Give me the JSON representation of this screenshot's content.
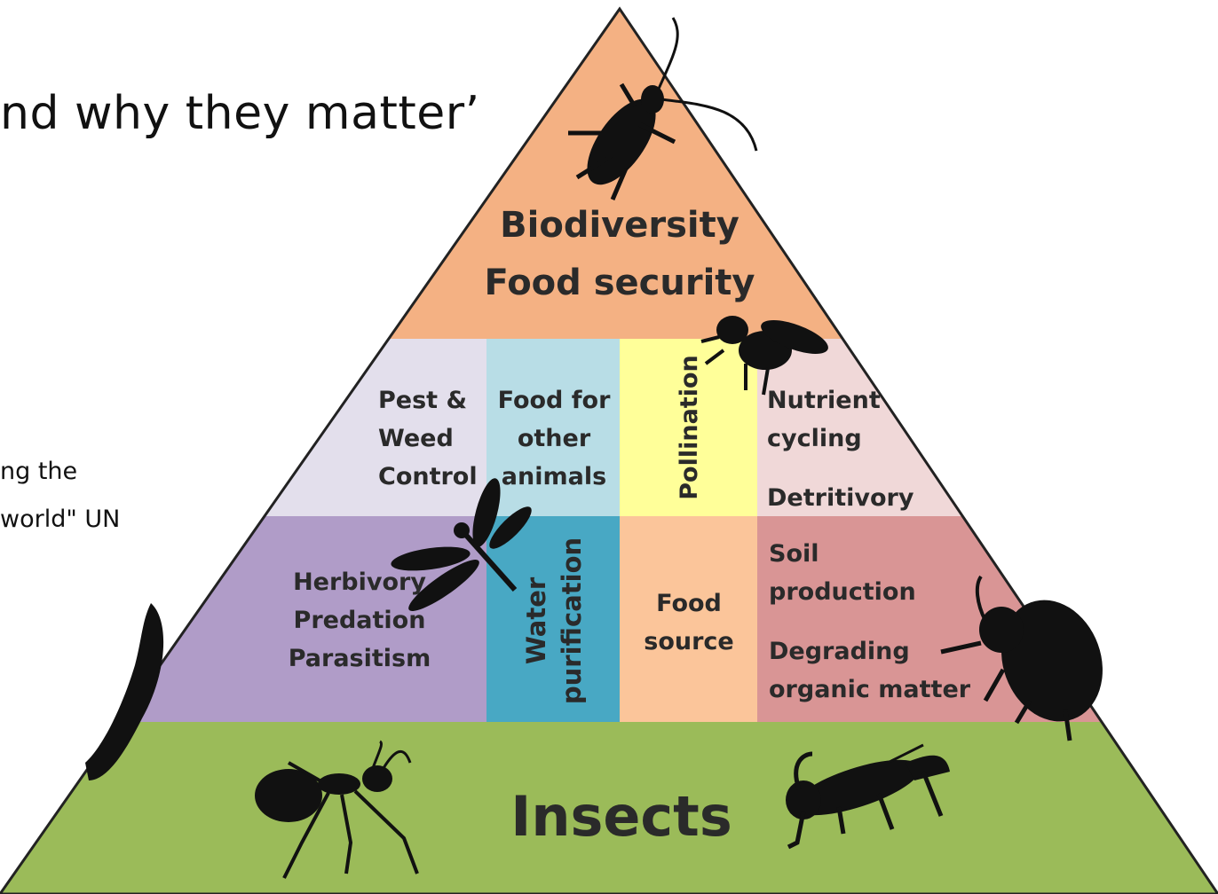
{
  "slide": {
    "title_fragment": "nd why they matter’",
    "side_text_line1": "ng the",
    "side_text_line2": "world\" UN"
  },
  "pyramid": {
    "top": {
      "lines": [
        "Biodiversity",
        "Food security"
      ],
      "color": "#f4b183"
    },
    "middle_row": [
      {
        "lines": [
          "Pest &",
          "Weed",
          "Control"
        ],
        "color": "#e3dfec"
      },
      {
        "lines": [
          "Food for",
          "other",
          "animals"
        ],
        "color": "#b8dde6"
      },
      {
        "lines": [
          "Pollination"
        ],
        "color": "#ffff99"
      },
      {
        "lines": [
          "Nutrient",
          "cycling"
        ],
        "extra": "Detritivory",
        "color": "#f0d8d8"
      }
    ],
    "lower_row": [
      {
        "lines": [
          "Herbivory",
          "Predation",
          "Parasitism"
        ],
        "color": "#b09cc8"
      },
      {
        "lines": [
          "Water",
          "purification"
        ],
        "color": "#48a8c4"
      },
      {
        "lines": [
          "Food",
          "source"
        ],
        "color": "#fbc59a"
      },
      {
        "lines": [
          "Soil",
          "production"
        ],
        "extra_lines": [
          "Degrading",
          "organic matter"
        ],
        "color": "#d99595"
      }
    ],
    "base": {
      "label": "Insects",
      "color": "#9bbb59"
    }
  },
  "icons": [
    "longhorn-beetle-icon",
    "bee-icon",
    "dragonfly-icon",
    "caterpillar-icon",
    "dung-beetle-icon",
    "ant-icon",
    "grasshopper-icon"
  ]
}
